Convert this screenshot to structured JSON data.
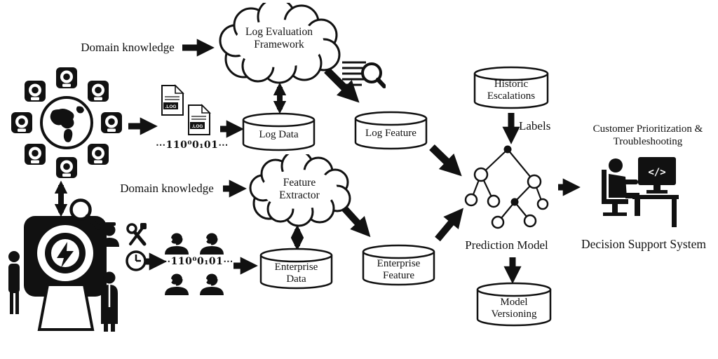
{
  "labels": {
    "domain_knowledge_top": "Domain knowledge",
    "domain_knowledge_mid": "Domain knowledge",
    "labels_tag": "Labels",
    "prediction_model": "Prediction Model",
    "customer_prioritization": "Customer Prioritization & Troubleshooting",
    "decision_support_system": "Decision Support System"
  },
  "clouds": {
    "log_evaluation_framework": "Log Evaluation Framework",
    "feature_extractor": "Feature Extractor"
  },
  "datastores": {
    "log_data": "Log Data",
    "log_feature": "Log Feature",
    "historic_escalations": "Historic Escalations",
    "enterprise_data": "Enterprise Data",
    "enterprise_feature": "Enterprise Feature",
    "model_versioning": "Model Versioning"
  },
  "streams": {
    "log_binary": "⋯110⁰0₁01⋯",
    "enterprise_binary": "⋯110⁰0₁01⋯"
  },
  "files": {
    "log_extension": ".LOG"
  },
  "workstation": {
    "code_glyph": "</>"
  },
  "colors": {
    "ink": "#111111",
    "background": "#ffffff"
  }
}
